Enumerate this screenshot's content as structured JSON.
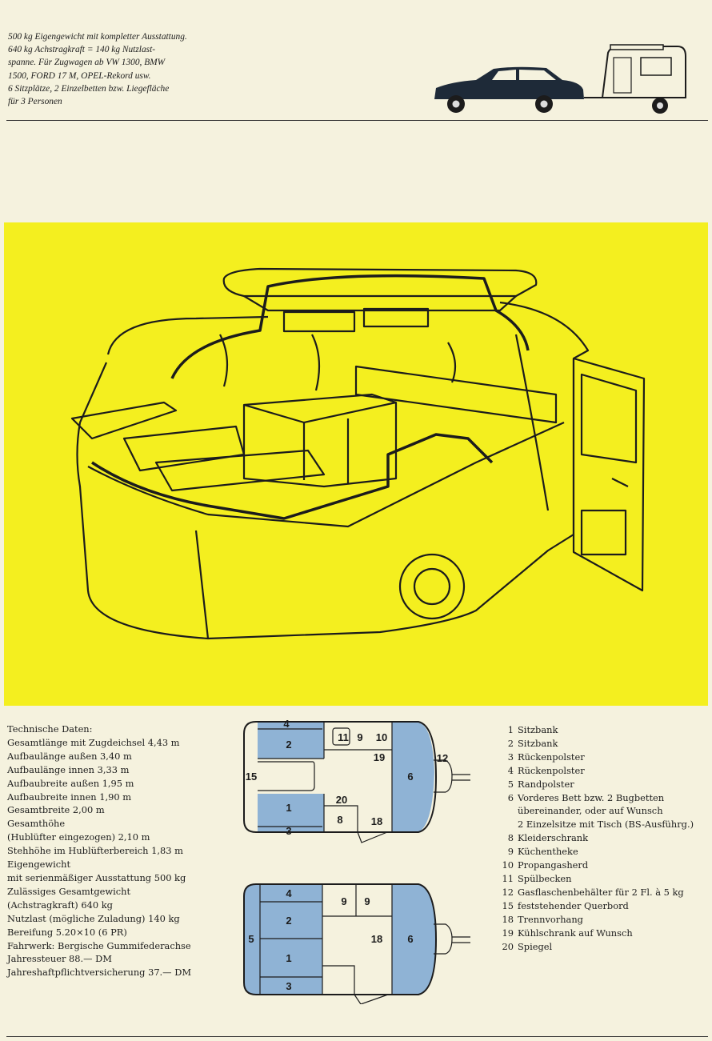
{
  "intro": {
    "lines": [
      "500 kg Eigengewicht mit kompletter Ausstattung.",
      "640 kg Achstragkraft = 140 kg Nutzlast-",
      "spanne. Für Zugwagen ab VW 1300, BMW",
      "1500, FORD 17 M, OPEL-Rekord usw.",
      "6 Sitzplätze, 2 Einzelbetten bzw. Liegefläche",
      "für 3 Personen"
    ]
  },
  "colors": {
    "page": "#f5f2de",
    "illustration_bg": "#f4ef1f",
    "upholstery_blue": "#8fb3d5",
    "ink": "#1c1c1c"
  },
  "technical": {
    "heading": "Technische Daten:",
    "lines": [
      "Gesamtlänge mit Zugdeichsel 4,43 m",
      "Aufbaulänge außen 3,40 m",
      "Aufbaulänge innen 3,33 m",
      "Aufbaubreite außen 1,95 m",
      "Aufbaubreite innen 1,90 m",
      "Gesamtbreite 2,00 m",
      "Gesamthöhe",
      "(Hublüfter eingezogen) 2,10 m",
      "Stehhöhe im Hublüfterbereich 1,83 m",
      "Eigengewicht",
      "mit serienmäßiger Ausstattung 500 kg",
      "Zulässiges Gesamtgewicht",
      "(Achstragkraft) 640 kg",
      "Nutzlast (mögliche Zuladung) 140 kg",
      "Bereifung 5.20×10 (6 PR)",
      "Fahrwerk: Bergische Gummifederachse",
      "Jahressteuer 88.— DM",
      "Jahreshaftpflichtversicherung 37.— DM"
    ]
  },
  "legend": [
    {
      "num": "1",
      "text": "Sitzbank"
    },
    {
      "num": "2",
      "text": "Sitzbank"
    },
    {
      "num": "3",
      "text": "Rückenpolster"
    },
    {
      "num": "4",
      "text": "Rückenpolster"
    },
    {
      "num": "5",
      "text": "Randpolster"
    },
    {
      "num": "6",
      "text": "Vorderes Bett bzw. 2 Bugbetten",
      "cont1": "übereinander, oder auf Wunsch",
      "cont2": "2 Einzelsitze mit Tisch (BS-Ausführg.)"
    },
    {
      "num": "8",
      "text": "Kleiderschrank"
    },
    {
      "num": "9",
      "text": "Küchentheke"
    },
    {
      "num": "10",
      "text": "Propangasherd"
    },
    {
      "num": "11",
      "text": "Spülbecken"
    },
    {
      "num": "12",
      "text": "Gasflaschenbehälter für 2 Fl. à 5 kg"
    },
    {
      "num": "15",
      "text": "feststehender Querbord"
    },
    {
      "num": "18",
      "text": "Trennvorhang"
    },
    {
      "num": "19",
      "text": "Kühlschrank auf Wunsch"
    },
    {
      "num": "20",
      "text": "Spiegel"
    }
  ],
  "plan_a": {
    "l4": "4",
    "l2": "2",
    "l11": "11",
    "l9": "9",
    "l10": "10",
    "l19": "19",
    "l15": "15",
    "l12": "12",
    "l6": "6",
    "l20": "20",
    "l1": "1",
    "l8": "8",
    "l18": "18",
    "l3": "3"
  },
  "plan_b": {
    "l4": "4",
    "l2": "2",
    "l9a": "9",
    "l9b": "9",
    "l5": "5",
    "l18": "18",
    "l6": "6",
    "l1": "1",
    "l3": "3"
  }
}
